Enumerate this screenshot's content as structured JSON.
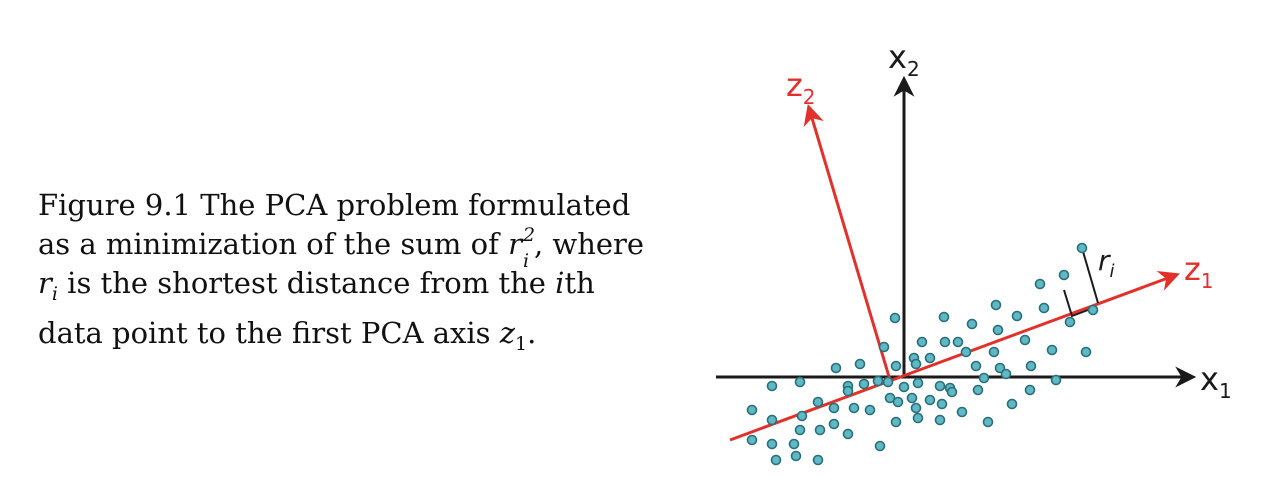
{
  "caption": {
    "figure_label": "Figure 9.1",
    "line1_rest": "The PCA problem formulated",
    "line2_pre": "as a minimization of the sum of ",
    "line2_var": "r",
    "line2_sub": "i",
    "line2_sup": "2",
    "line2_post": ", where",
    "line3_var": "r",
    "line3_sub": "i",
    "line3_mid": " is the shortest distance from the ",
    "line3_ivar": "i",
    "line3_post": "th",
    "line4_pre": "data point to the first PCA axis ",
    "line4_var": "z",
    "line4_sub": "1",
    "line4_post": "."
  },
  "figure": {
    "axis_x1": {
      "base": "x",
      "sub": "1"
    },
    "axis_x2": {
      "base": "x",
      "sub": "2"
    },
    "axis_z1": {
      "base": "z",
      "sub": "1"
    },
    "axis_z2": {
      "base": "z",
      "sub": "2"
    },
    "residual_label": {
      "base": "r",
      "sub": "i"
    },
    "colors": {
      "axes": "#1a1a1a",
      "pca_axes": "#e0312b",
      "points_fill": "#5fb8c4",
      "points_stroke": "#2a6f7a"
    },
    "point_count": 77
  }
}
